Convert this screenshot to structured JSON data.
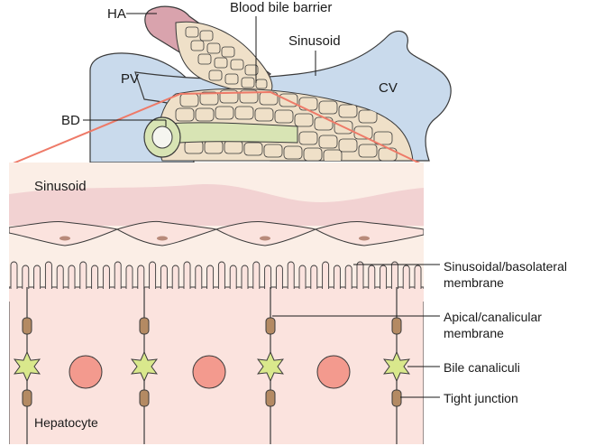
{
  "labels": {
    "ha": "HA",
    "blood_bile_barrier": "Blood bile barrier",
    "sinusoid_top": "Sinusoid",
    "pv": "PV",
    "cv": "CV",
    "bd": "BD",
    "sinusoid_inset": "Sinusoid",
    "sinusoidal_line1": "Sinusoidal/basolateral",
    "sinusoidal_line2": "membrane",
    "apical_line1": "Apical/canalicular",
    "apical_line2": "membrane",
    "bile_canaliculi": "Bile canaliculi",
    "tight_junction": "Tight junction",
    "hepatocyte": "Hepatocyte"
  },
  "colors": {
    "vessel_blue": "#c9daec",
    "vessel_blue_dark": "#9fb8d4",
    "artery_pink": "#d9a3ad",
    "cell_tan": "#efe0c8",
    "cell_nucleus": "#b88a7a",
    "duct_green": "#d8e4b4",
    "sinusoid_band": "#f2d2d2",
    "inset_bg": "#fbeee6",
    "hepatocyte_fill": "#fbe3de",
    "nucleus_pink": "#f39a8e",
    "canaliculus_green": "#d9e88c",
    "junction_brown": "#b48a63",
    "zoom_line": "#ee7a68",
    "outline": "#3a3a3a"
  }
}
